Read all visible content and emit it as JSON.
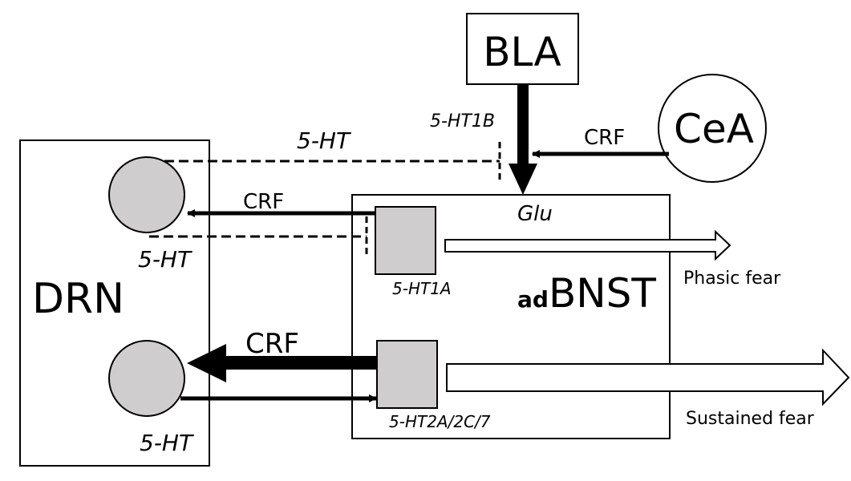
{
  "nodes": {
    "bla": "BLA",
    "cea": "CeA",
    "drn": "DRN",
    "bnst_prefix": "ad",
    "bnst": "BNST"
  },
  "labels": {
    "ht1b": "5-HT1B",
    "crf_cea": "CRF",
    "ht_top_dashed": "5-HT",
    "crf_upper": "CRF",
    "ht_upper_dashed": "5-HT",
    "glu": "Glu",
    "ht1a": "5-HT1A",
    "crf_lower": "CRF",
    "ht_lower": "5-HT",
    "ht2a": "5-HT2A/2C/7"
  },
  "outputs": {
    "phasic": "Phasic fear",
    "sustained": "Sustained fear"
  },
  "colors": {
    "stroke": "#000000",
    "neuron_fill": "#cfcdce",
    "background": "#ffffff"
  }
}
